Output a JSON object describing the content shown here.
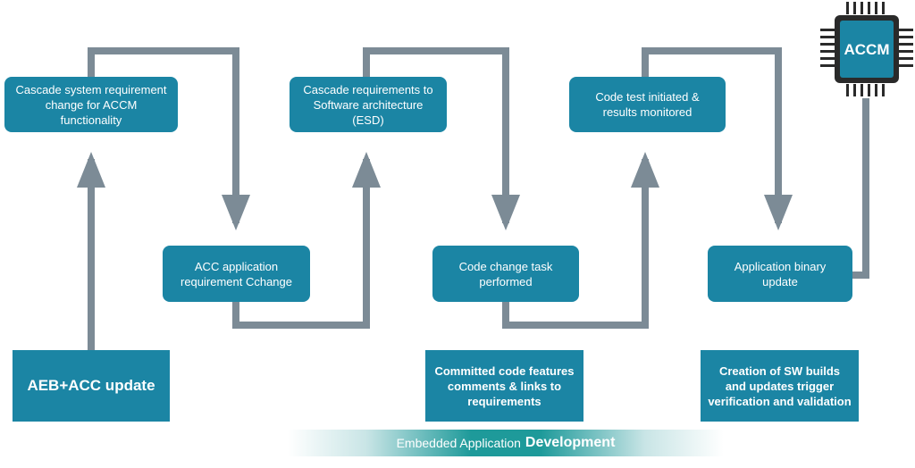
{
  "steps": {
    "cascade_system": "Cascade system requirement\nchange for ACCM\nfunctionality",
    "acc_application": "ACC application\nrequirement Cchange",
    "cascade_software": "Cascade requirements to\nSoftware architecture\n(ESD)",
    "code_change": "Code change task\nperformed",
    "code_test": "Code test initiated &\nresults monitored",
    "app_binary": "Application binary\nupdate"
  },
  "notes": {
    "aeb_acc_update": "AEB+ACC update",
    "committed_code": "Committed code features\ncomments & links to\nrequirements",
    "sw_builds": "Creation of SW builds\nand updates trigger\nverification and validation"
  },
  "chip": {
    "label": "ACCM"
  },
  "banner": {
    "text": "Embedded Application",
    "bold_text": "Development"
  },
  "colors": {
    "box_fill": "#1b85a4",
    "arrow": "#7c8b96",
    "chip_body": "#2a2a2a",
    "chip_core": "#1b85a4",
    "banner_teal": "#1e9a9a"
  }
}
